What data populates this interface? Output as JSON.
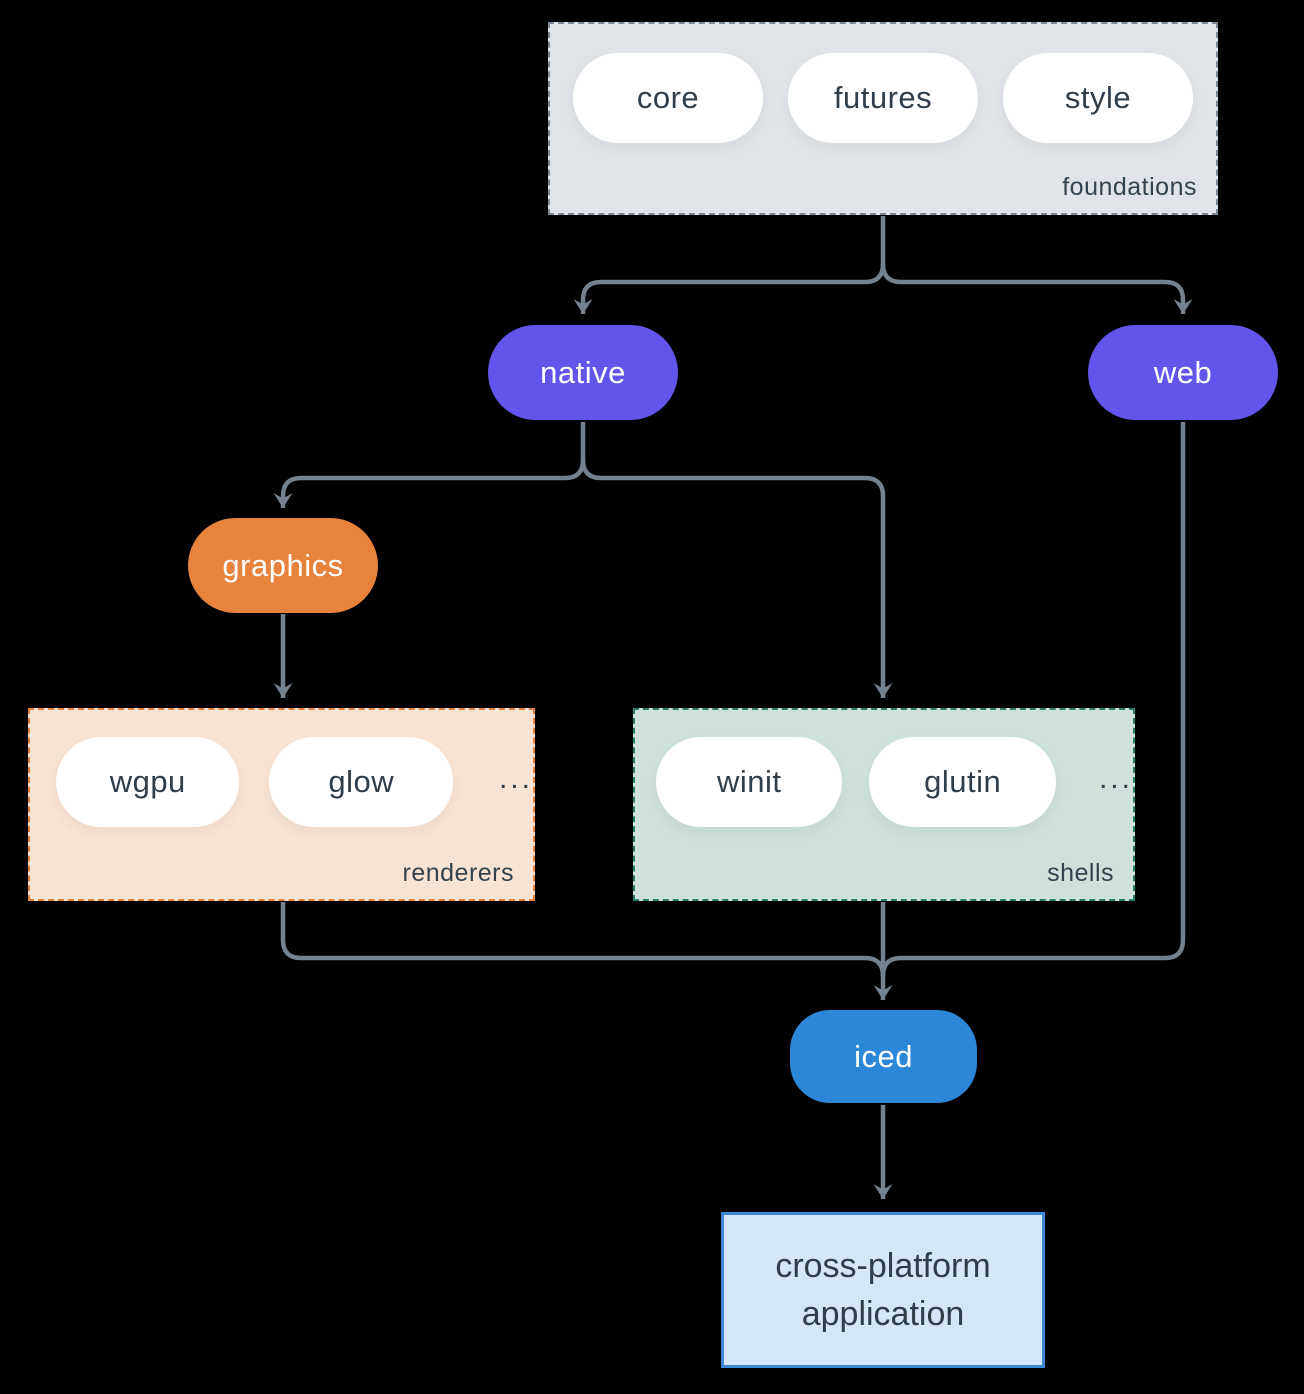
{
  "foundations": {
    "label": "foundations",
    "pills": [
      "core",
      "futures",
      "style"
    ]
  },
  "nodes": {
    "native": "native",
    "web": "web",
    "graphics": "graphics",
    "iced": "iced"
  },
  "renderers": {
    "label": "renderers",
    "pills": [
      "wgpu",
      "glow"
    ],
    "ellipsis": "..."
  },
  "shells": {
    "label": "shells",
    "pills": [
      "winit",
      "glutin"
    ],
    "ellipsis": "..."
  },
  "application": {
    "label": "cross-platform application"
  },
  "colors": {
    "background": "#000000",
    "line": "#74828F",
    "purple": "#6355EC",
    "orange": "#E8833D",
    "blue": "#2D87D8",
    "foundations_fill": "#E0E4E8",
    "foundations_border": "#7B8A98",
    "renderers_fill": "#F9E3D4",
    "renderers_border": "#E2813B",
    "shells_fill": "#CFE1DB",
    "shells_border": "#28806C",
    "app_fill": "#D4E6F8",
    "app_border": "#3B88D5",
    "text_dark": "#2F3E4A",
    "pill_fill": "#FFFFFF"
  }
}
